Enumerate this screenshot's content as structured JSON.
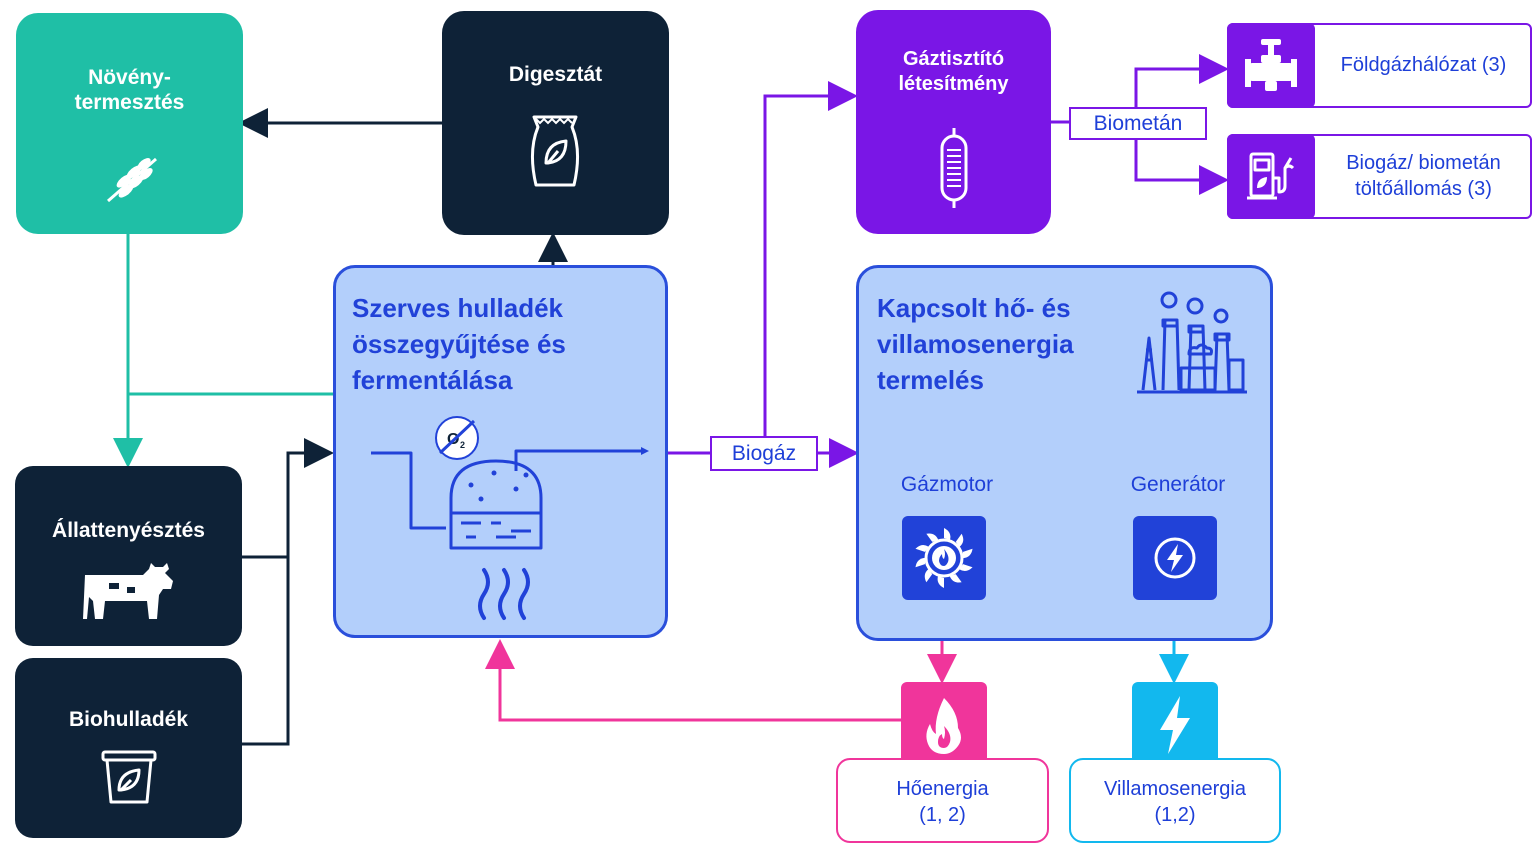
{
  "nodes": {
    "crop": {
      "label_line1": "Növény-",
      "label_line2": "termesztés"
    },
    "digestate": {
      "label": "Digesztát"
    },
    "gas_cleaning": {
      "label_line1": "Gáztisztító",
      "label_line2": "létesítmény"
    },
    "gas_grid": {
      "label": "Földgázhálózat (3)"
    },
    "station": {
      "label_line1": "Biogáz/ biometán",
      "label_line2": "töltőállomás (3)"
    },
    "fermentation": {
      "line1": "Szerves hulladék",
      "line2": "összegyűjtése és",
      "line3": "fermentálása"
    },
    "chp": {
      "line1": "Kapcsolt hő- és",
      "line2": "villamosenergia",
      "line3": "termelés",
      "engine": "Gázmotor",
      "generator": "Generátor"
    },
    "livestock": {
      "label": "Állattenyésztés"
    },
    "biowaste": {
      "label": "Biohulladék"
    },
    "heat": {
      "line1": "Hőenergia",
      "line2": "(1, 2)"
    },
    "electricity": {
      "line1": "Villamosenergia",
      "line2": "(1,2)"
    }
  },
  "edge_labels": {
    "biomethane": "Biometán",
    "biogas": "Biogáz"
  },
  "colors": {
    "dark": "#0e2237",
    "teal": "#1fbfa6",
    "purple": "#7a16e6",
    "light_blue": "#b3cffb",
    "blue": "#2142d8",
    "pink": "#f0359b",
    "cyan": "#12b8ee"
  },
  "icons": [
    "wheat-icon",
    "fertilizer-bag-icon",
    "gas-tank-icon",
    "pipeline-valve-icon",
    "fuel-pump-icon",
    "factory-icon",
    "anaerobic-no-oxygen-icon",
    "digester-icon",
    "heat-waves-icon",
    "turbine-icon",
    "lightning-icon",
    "cow-icon",
    "compost-bin-icon",
    "flame-icon"
  ]
}
